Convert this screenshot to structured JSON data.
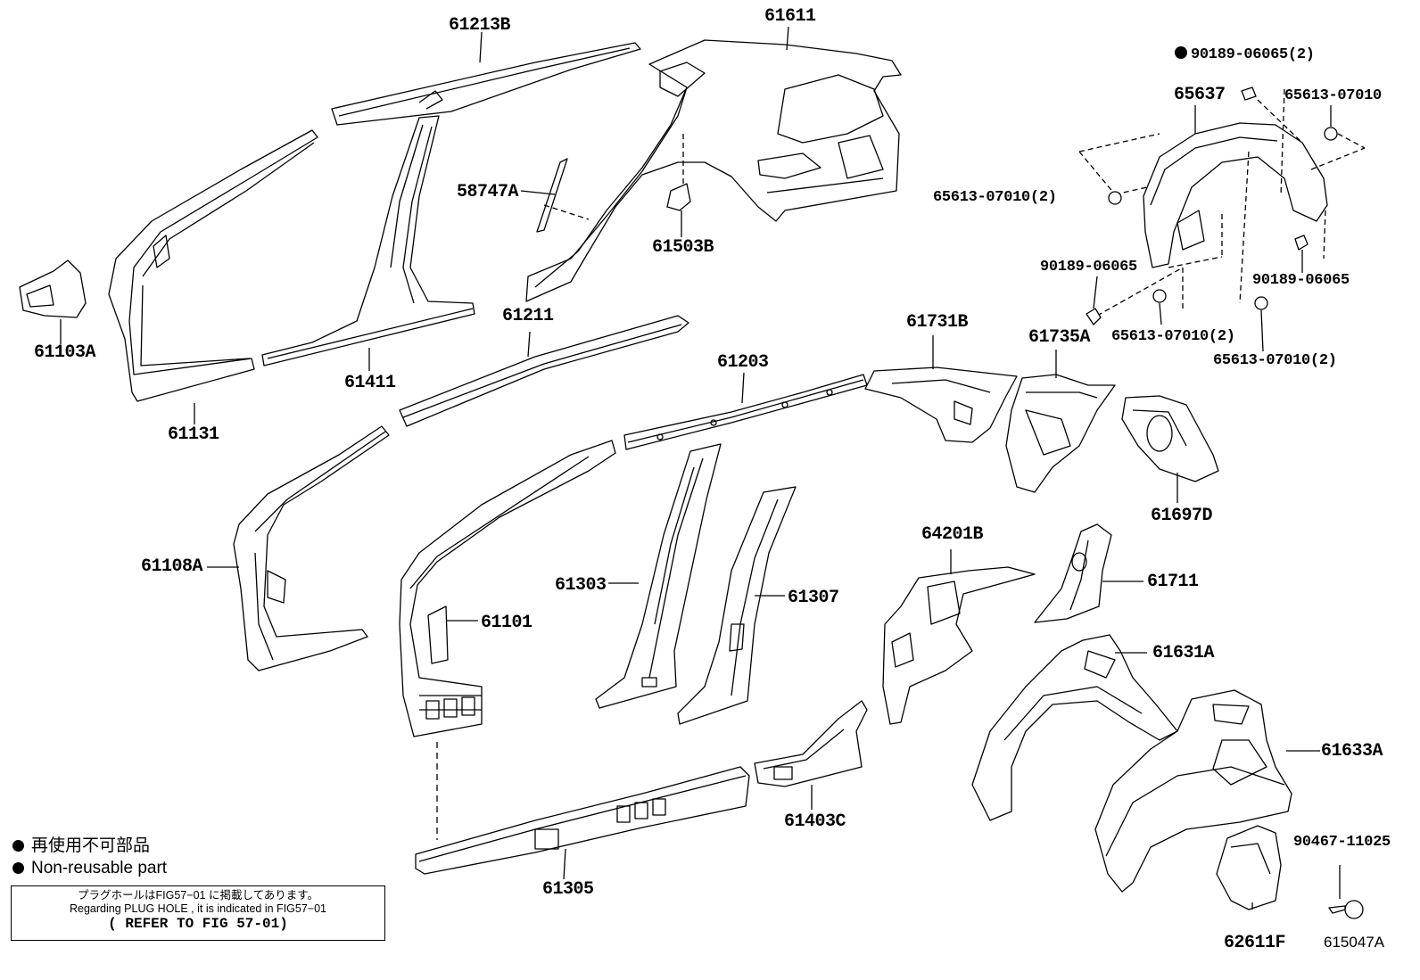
{
  "parts": {
    "p61213B": "61213B",
    "p61611": "61611",
    "p58747A": "58747A",
    "p61503B": "61503B",
    "p61103A": "61103A",
    "p61411": "61411",
    "p61131": "61131",
    "p61211": "61211",
    "p61203": "61203",
    "p61731B": "61731B",
    "p61735A": "61735A",
    "p61697D": "61697D",
    "p61108A": "61108A",
    "p61101": "61101",
    "p61303": "61303",
    "p61307": "61307",
    "p64201B": "64201B",
    "p61711": "61711",
    "p61631A": "61631A",
    "p61633A": "61633A",
    "p61403C": "61403C",
    "p61305": "61305",
    "p62611F": "62611F",
    "p65637": "65637",
    "f90189_06065_2": "90189-06065(2)",
    "f65613_07010_a": "65613-07010",
    "f65613_07010_2a": "65613-07010(2)",
    "f90189_06065_a": "90189-06065",
    "f90189_06065_b": "90189-06065",
    "f65613_07010_2b": "65613-07010(2)",
    "f65613_07010_2c": "65613-07010(2)",
    "f90467_11025": "90467-11025"
  },
  "legend": {
    "jp": "再使用不可部品",
    "en": "Non-reusable part"
  },
  "note": {
    "jp": "プラグホールはFIG57−01 に掲載してあります。",
    "en": "Regarding PLUG HOLE , it is indicated in FIG57−01",
    "ref": "( REFER TO FIG 57-01)"
  },
  "figure_id": "615047A"
}
